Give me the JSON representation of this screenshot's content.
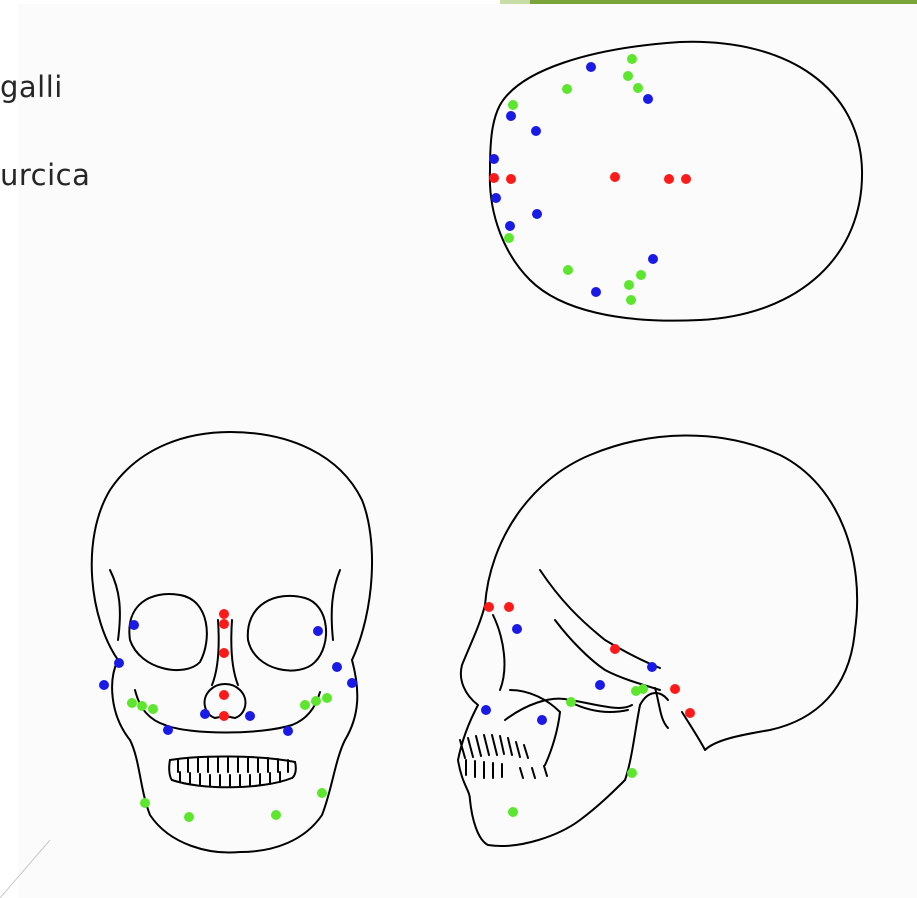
{
  "slide": {
    "text_lines": [
      "galli",
      "urcica"
    ]
  },
  "figure": {
    "views": [
      "superior",
      "frontal",
      "lateral"
    ],
    "landmark_colors": {
      "red": "#ff1a1a",
      "blue": "#1a1ae6",
      "green": "#5ce62e"
    }
  },
  "colors": {
    "accent": "#7aa33a",
    "accent_light": "#c8dca8"
  }
}
